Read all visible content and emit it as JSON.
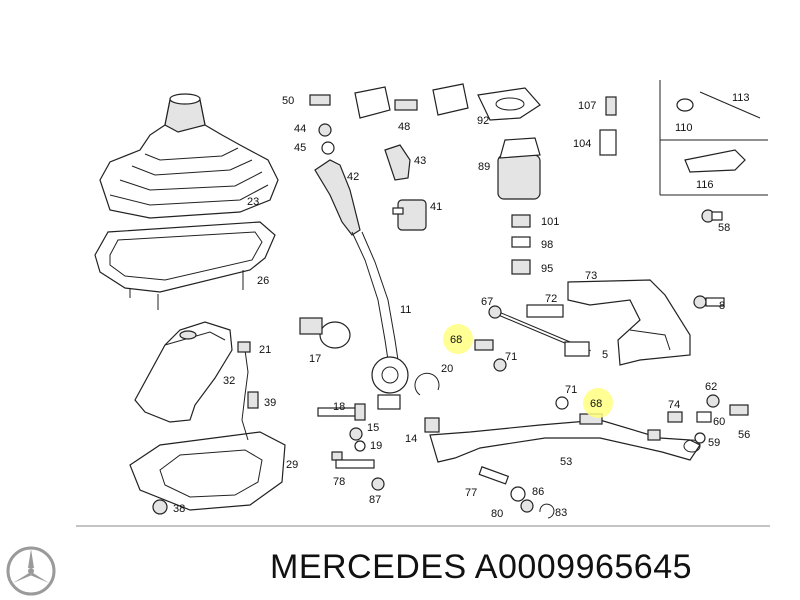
{
  "labels": {
    "l50": "50",
    "l44": "44",
    "l45": "45",
    "l48": "48",
    "l92": "92",
    "l107": "107",
    "l104": "104",
    "l113": "113",
    "l110": "110",
    "l116": "116",
    "l58": "58",
    "l43": "43",
    "l42": "42",
    "l41": "41",
    "l89": "89",
    "l101": "101",
    "l98": "98",
    "l95": "95",
    "l23": "23",
    "l26": "26",
    "l73": "73",
    "l72": "72",
    "l67": "67",
    "l8": "8",
    "l11": "11",
    "l68a": "68",
    "l71a": "71",
    "l5": "5",
    "l21": "21",
    "l17": "17",
    "l32": "32",
    "l20": "20",
    "l39": "39",
    "l18": "18",
    "l71b": "71",
    "l68b": "68",
    "l74": "74",
    "l62": "62",
    "l60": "60",
    "l56": "56",
    "l59": "59",
    "l15": "15",
    "l19": "19",
    "l14": "14",
    "l29": "29",
    "l53": "53",
    "l78": "78",
    "l77": "77",
    "l86": "86",
    "l87": "87",
    "l80": "80",
    "l83": "83",
    "l38": "38"
  },
  "highlight_color": "#ffff80",
  "logo_icon": "mercedes-star-icon",
  "brand": {
    "text": "MERCEDES A0009965645"
  }
}
